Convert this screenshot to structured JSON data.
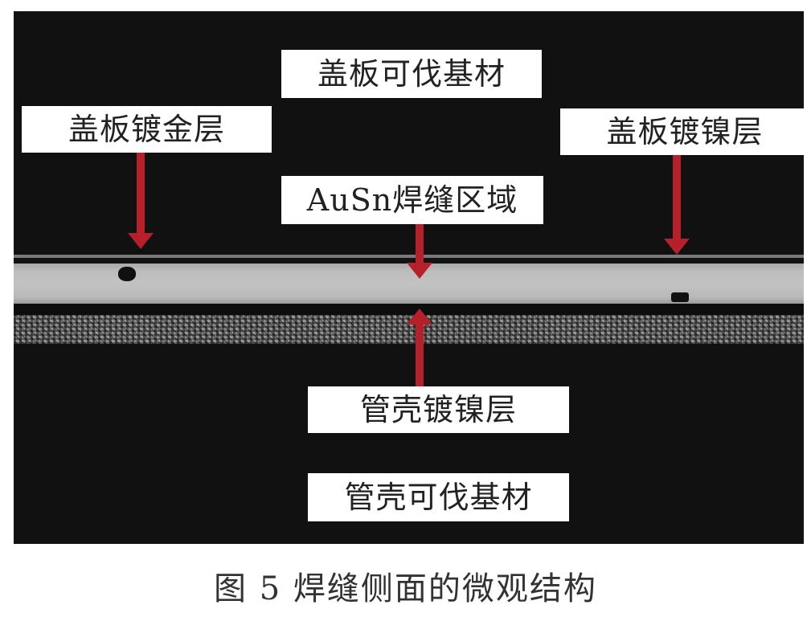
{
  "figure": {
    "labels": {
      "lid_kovar_substrate": "盖板可伐基材",
      "lid_gold_plating": "盖板镀金层",
      "lid_nickel_plating": "盖板镀镍层",
      "ausn_weld_region": "AuSn焊缝区域",
      "housing_nickel_plating": "管壳镀镍层",
      "housing_kovar_substrate": "管壳可伐基材"
    },
    "arrow_color": "#b5202a",
    "background_color": "#111111"
  },
  "caption": {
    "text": "图 5  焊缝侧面的微观结构"
  }
}
